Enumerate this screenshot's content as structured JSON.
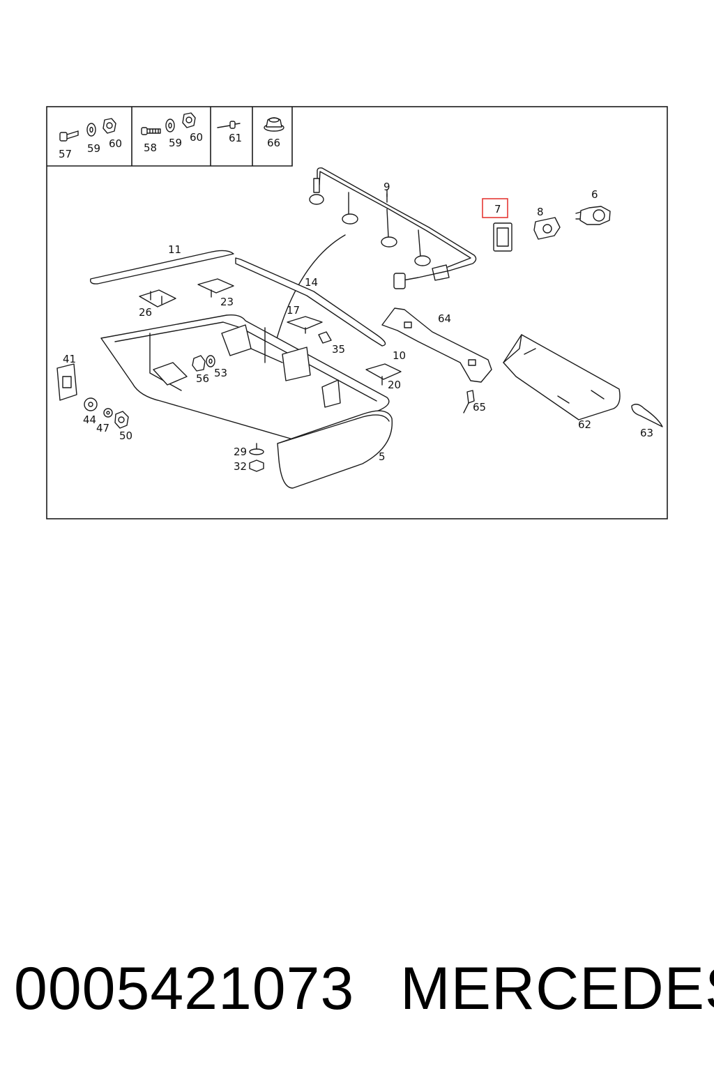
{
  "diagram": {
    "hardware_boxes": [
      {
        "labels": [
          "57",
          "59",
          "60"
        ]
      },
      {
        "labels": [
          "58",
          "59",
          "60"
        ]
      },
      {
        "labels": [
          "61"
        ]
      },
      {
        "labels": [
          "66"
        ]
      }
    ],
    "callouts": {
      "c5": "5",
      "c6": "6",
      "c7": "7",
      "c8": "8",
      "c9": "9",
      "c10": "10",
      "c11": "11",
      "c14": "14",
      "c17": "17",
      "c20": "20",
      "c23": "23",
      "c26": "26",
      "c29": "29",
      "c32": "32",
      "c35": "35",
      "c41": "41",
      "c44": "44",
      "c47": "47",
      "c50": "50",
      "c53": "53",
      "c56": "56",
      "c62": "62",
      "c63": "63",
      "c64": "64",
      "c65": "65"
    },
    "highlighted_part": "7",
    "highlight_color": "#e53935",
    "line_color": "#1a1a1a"
  },
  "footer": {
    "part_number": "0005421073",
    "brand": "MERCEDES"
  }
}
